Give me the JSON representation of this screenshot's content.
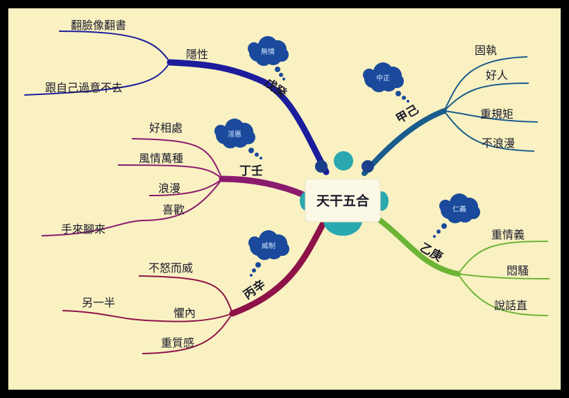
{
  "center": {
    "label": "天干五合"
  },
  "colors": {
    "wu_gui": "#1c1c9c",
    "jia_ji": "#1a5c8c",
    "ding_ren": "#8a1a6e",
    "bing_xin": "#8e1248",
    "yi_geng": "#6cb436",
    "bubble": "#1b4a9c",
    "background": "#f9f1c2",
    "center_accent": "#2aa8b0"
  },
  "branches": {
    "wu_gui": {
      "label": "戊癸",
      "bubble": "無情",
      "sub": "隱性",
      "leaves": [
        "翻臉像翻書",
        "跟自己過意不去"
      ]
    },
    "jia_ji": {
      "label": "甲己",
      "bubble": "中正",
      "leaves": [
        "固執",
        "好人",
        "重規矩",
        "不浪漫"
      ]
    },
    "ding_ren": {
      "label": "丁壬",
      "bubble": "淫慝",
      "leaves": [
        "好相處",
        "風情萬種",
        "浪漫",
        "喜歡"
      ],
      "sub_leaf": "手來腳來"
    },
    "bing_xin": {
      "label": "丙辛",
      "bubble": "威制",
      "leaves": [
        "不怒而威",
        "懼內",
        "重質感"
      ],
      "sub_leaf": "另一半"
    },
    "yi_geng": {
      "label": "乙庚",
      "bubble": "仁義",
      "leaves": [
        "重情義",
        "悶騷",
        "說話直"
      ]
    }
  }
}
